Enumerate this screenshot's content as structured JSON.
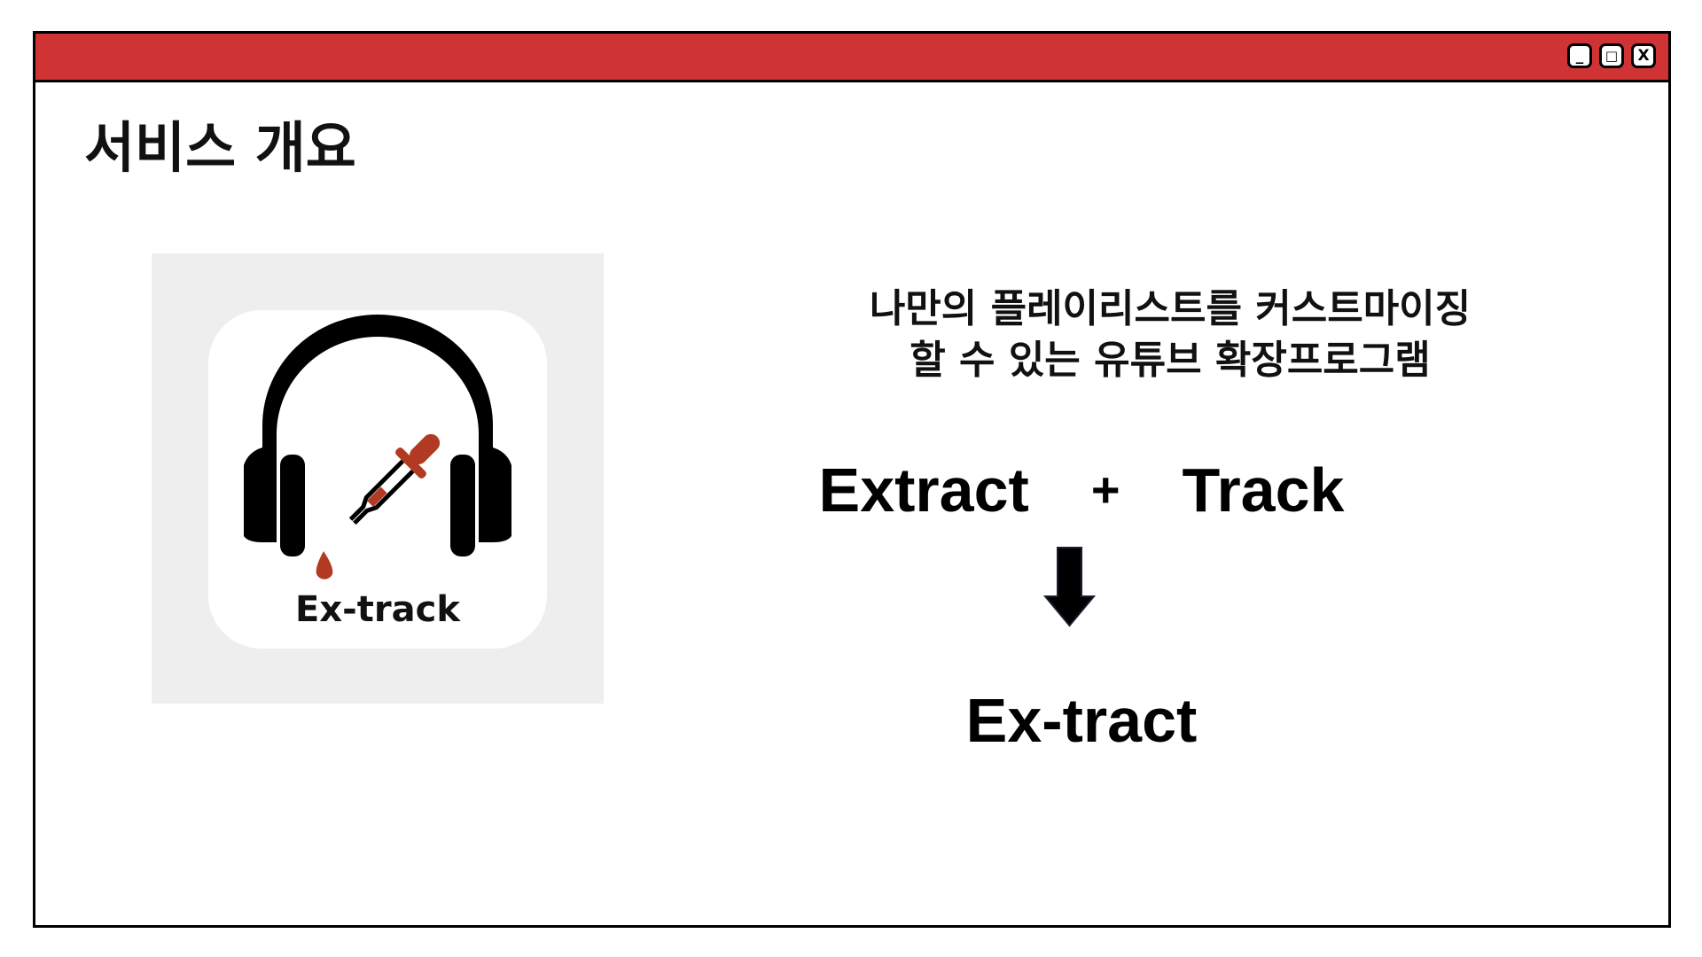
{
  "window": {
    "controls": {
      "minimize": "_",
      "restore": "□",
      "close": "X"
    },
    "accent_color": "#cf3333"
  },
  "page": {
    "title": "서비스 개요",
    "logo": {
      "text": "Ex-track"
    },
    "description": [
      "나만의 플레이리스트를 커스트마이징",
      "할 수 있는 유튜브 확장프로그램"
    ],
    "formula": {
      "left": "Extract",
      "operator": "+",
      "right": "Track"
    },
    "result": "Ex-tract"
  }
}
